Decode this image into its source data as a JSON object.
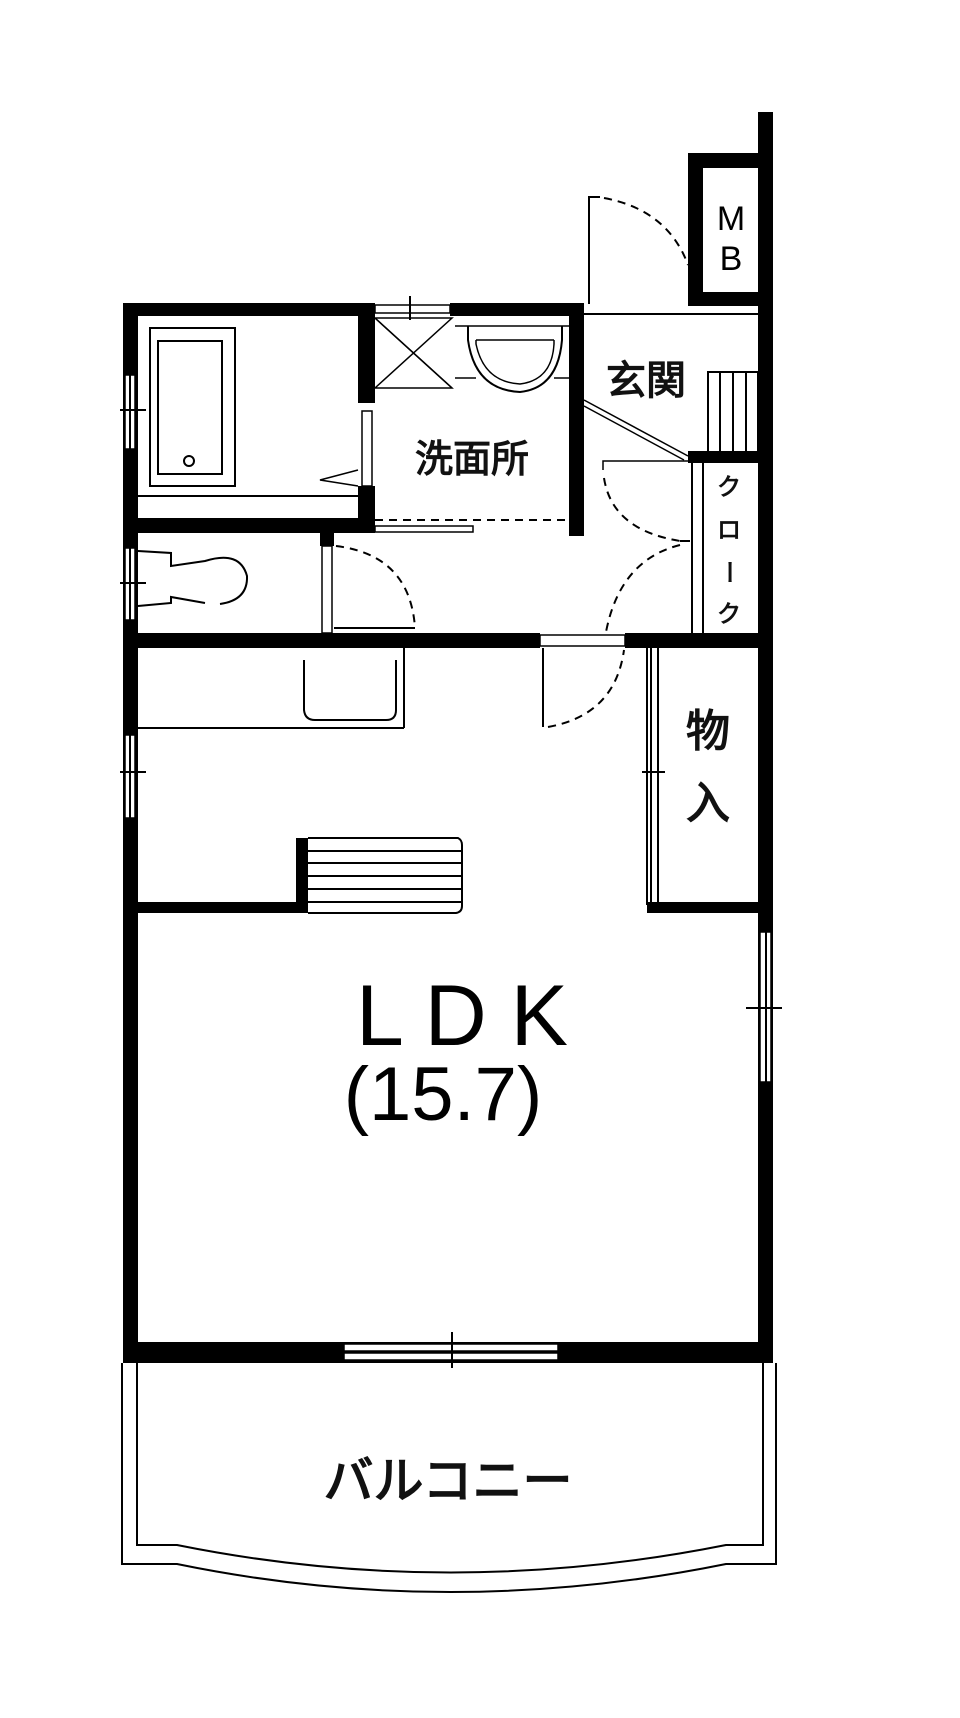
{
  "floorplan": {
    "rooms": {
      "mb": {
        "label_line1": "M",
        "label_line2": "B"
      },
      "entrance": {
        "label": "玄関"
      },
      "washroom": {
        "label": "洗面所"
      },
      "cloak": {
        "chars": [
          "ク",
          "ロ",
          "ー",
          "ク"
        ]
      },
      "storage": {
        "chars": [
          "物",
          "入"
        ]
      },
      "ldk": {
        "label": "L D K",
        "area": "(15.7)"
      },
      "balcony": {
        "label": "バルコニー"
      }
    },
    "colors": {
      "wall": "#000000",
      "background": "#ffffff"
    }
  }
}
